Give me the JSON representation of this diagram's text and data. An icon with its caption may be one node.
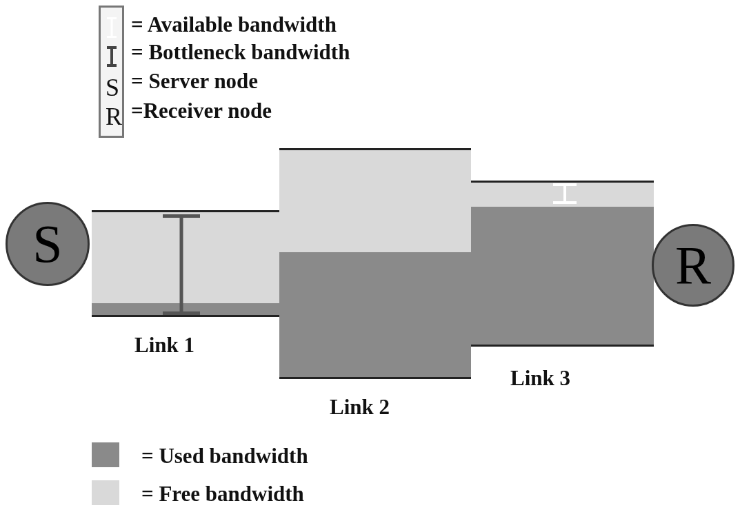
{
  "diagram": {
    "nodes": [
      {
        "text": [
          "S"
        ]
      },
      {
        "text": [],
        "shape": "box",
        "beside": [
          "Link 1"
        ]
      },
      {
        "text": [],
        "shape": "box",
        "beside": [
          "Link 2"
        ]
      },
      {
        "text": [],
        "shape": "box",
        "beside": [
          "Link 3"
        ]
      },
      {
        "text": [
          "R"
        ]
      }
    ],
    "edges": [],
    "labels": [
      "S",
      "R"
    ],
    "legend": [
      {
        "text": "= Available bandwidth"
      },
      {
        "text": "= Bottleneck bandwidth"
      },
      {
        "text": "= Server node"
      },
      {
        "text": "=Receiver node"
      },
      {
        "text": "= Used bandwidth",
        "color": "#8a8a8a"
      },
      {
        "text": "= Free bandwidth",
        "color": "#d9d9d9"
      }
    ]
  }
}
